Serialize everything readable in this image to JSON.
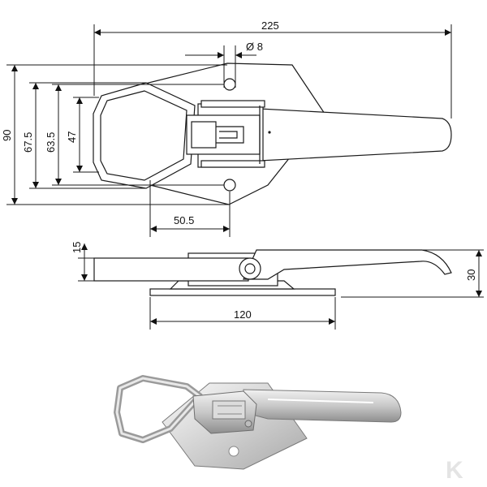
{
  "dimensions": {
    "overall_length": "225",
    "hole_diameter": "Ø 8",
    "height_90": "90",
    "height_67_5": "67.5",
    "height_63_5": "63.5",
    "height_47": "47",
    "offset_50_5": "50.5",
    "side_15": "15",
    "side_30": "30",
    "base_120": "120"
  },
  "logo_glyph": "K",
  "colors": {
    "line": "#1a1a1a",
    "photo_metal": "#c9c9c9",
    "logo": "#e9e9e9"
  }
}
